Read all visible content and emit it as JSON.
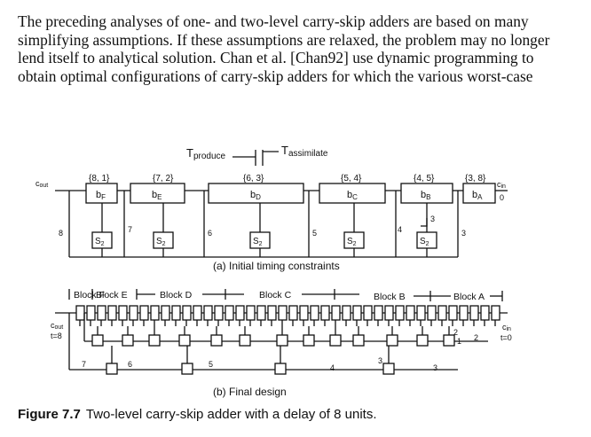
{
  "paragraph": {
    "lines": [
      "The preceding analyses of one- and two-level carry-skip adders are based on many",
      "simplifying assumptions. If these assumptions are relaxed, the problem may no longer",
      "lend itself to analytical solution. Chan et al. [Chan92] use dynamic programming to",
      "obtain optimal configurations of carry-skip adders for which the various worst-case"
    ]
  },
  "diagram_a": {
    "t_produce": "T",
    "t_produce_sub": "produce",
    "t_assimilate": "T",
    "t_assimilate_sub": "assimilate",
    "cout": "c",
    "cout_sub": "out",
    "cin": "c",
    "cin_sub": "in",
    "cin_value": "0",
    "left_value": "8",
    "blocks": [
      {
        "pair": "{8, 1}",
        "label": "b",
        "sub": "F",
        "skip": "S",
        "skip_sub": "2",
        "delay": "7"
      },
      {
        "pair": "{7, 2}",
        "label": "b",
        "sub": "E",
        "skip": "S",
        "skip_sub": "2",
        "delay": "6"
      },
      {
        "pair": "{6, 3}",
        "label": "b",
        "sub": "D",
        "skip": "S",
        "skip_sub": "2",
        "delay": "5"
      },
      {
        "pair": "{5, 4}",
        "label": "b",
        "sub": "C",
        "skip": "S",
        "skip_sub": "2",
        "delay": "4"
      },
      {
        "pair": "{4, 5}",
        "label": "b",
        "sub": "B",
        "skip": "S",
        "skip_sub": "2",
        "delay": "3",
        "inner": "3"
      },
      {
        "pair": "{3, 8}",
        "label": "b",
        "sub": "A",
        "skip": "",
        "skip_sub": "",
        "delay": ""
      }
    ],
    "subcaption": "(a) Initial timing constraints"
  },
  "diagram_b": {
    "block_labels": [
      "Block F",
      "Block E",
      "Block D",
      "Block C",
      "Block B",
      "Block A"
    ],
    "cout": "c",
    "cout_sub": "out",
    "cout_time": "t=8",
    "cin": "c",
    "cin_sub": "in",
    "cin_time": "t=0",
    "values": [
      "7",
      "6",
      "5",
      "4",
      "3",
      "3",
      "2",
      "1",
      "2"
    ],
    "subcaption": "(b) Final design"
  },
  "caption": {
    "label": "Figure 7.7",
    "text": "Two-level carry-skip adder with a delay of 8 units."
  }
}
